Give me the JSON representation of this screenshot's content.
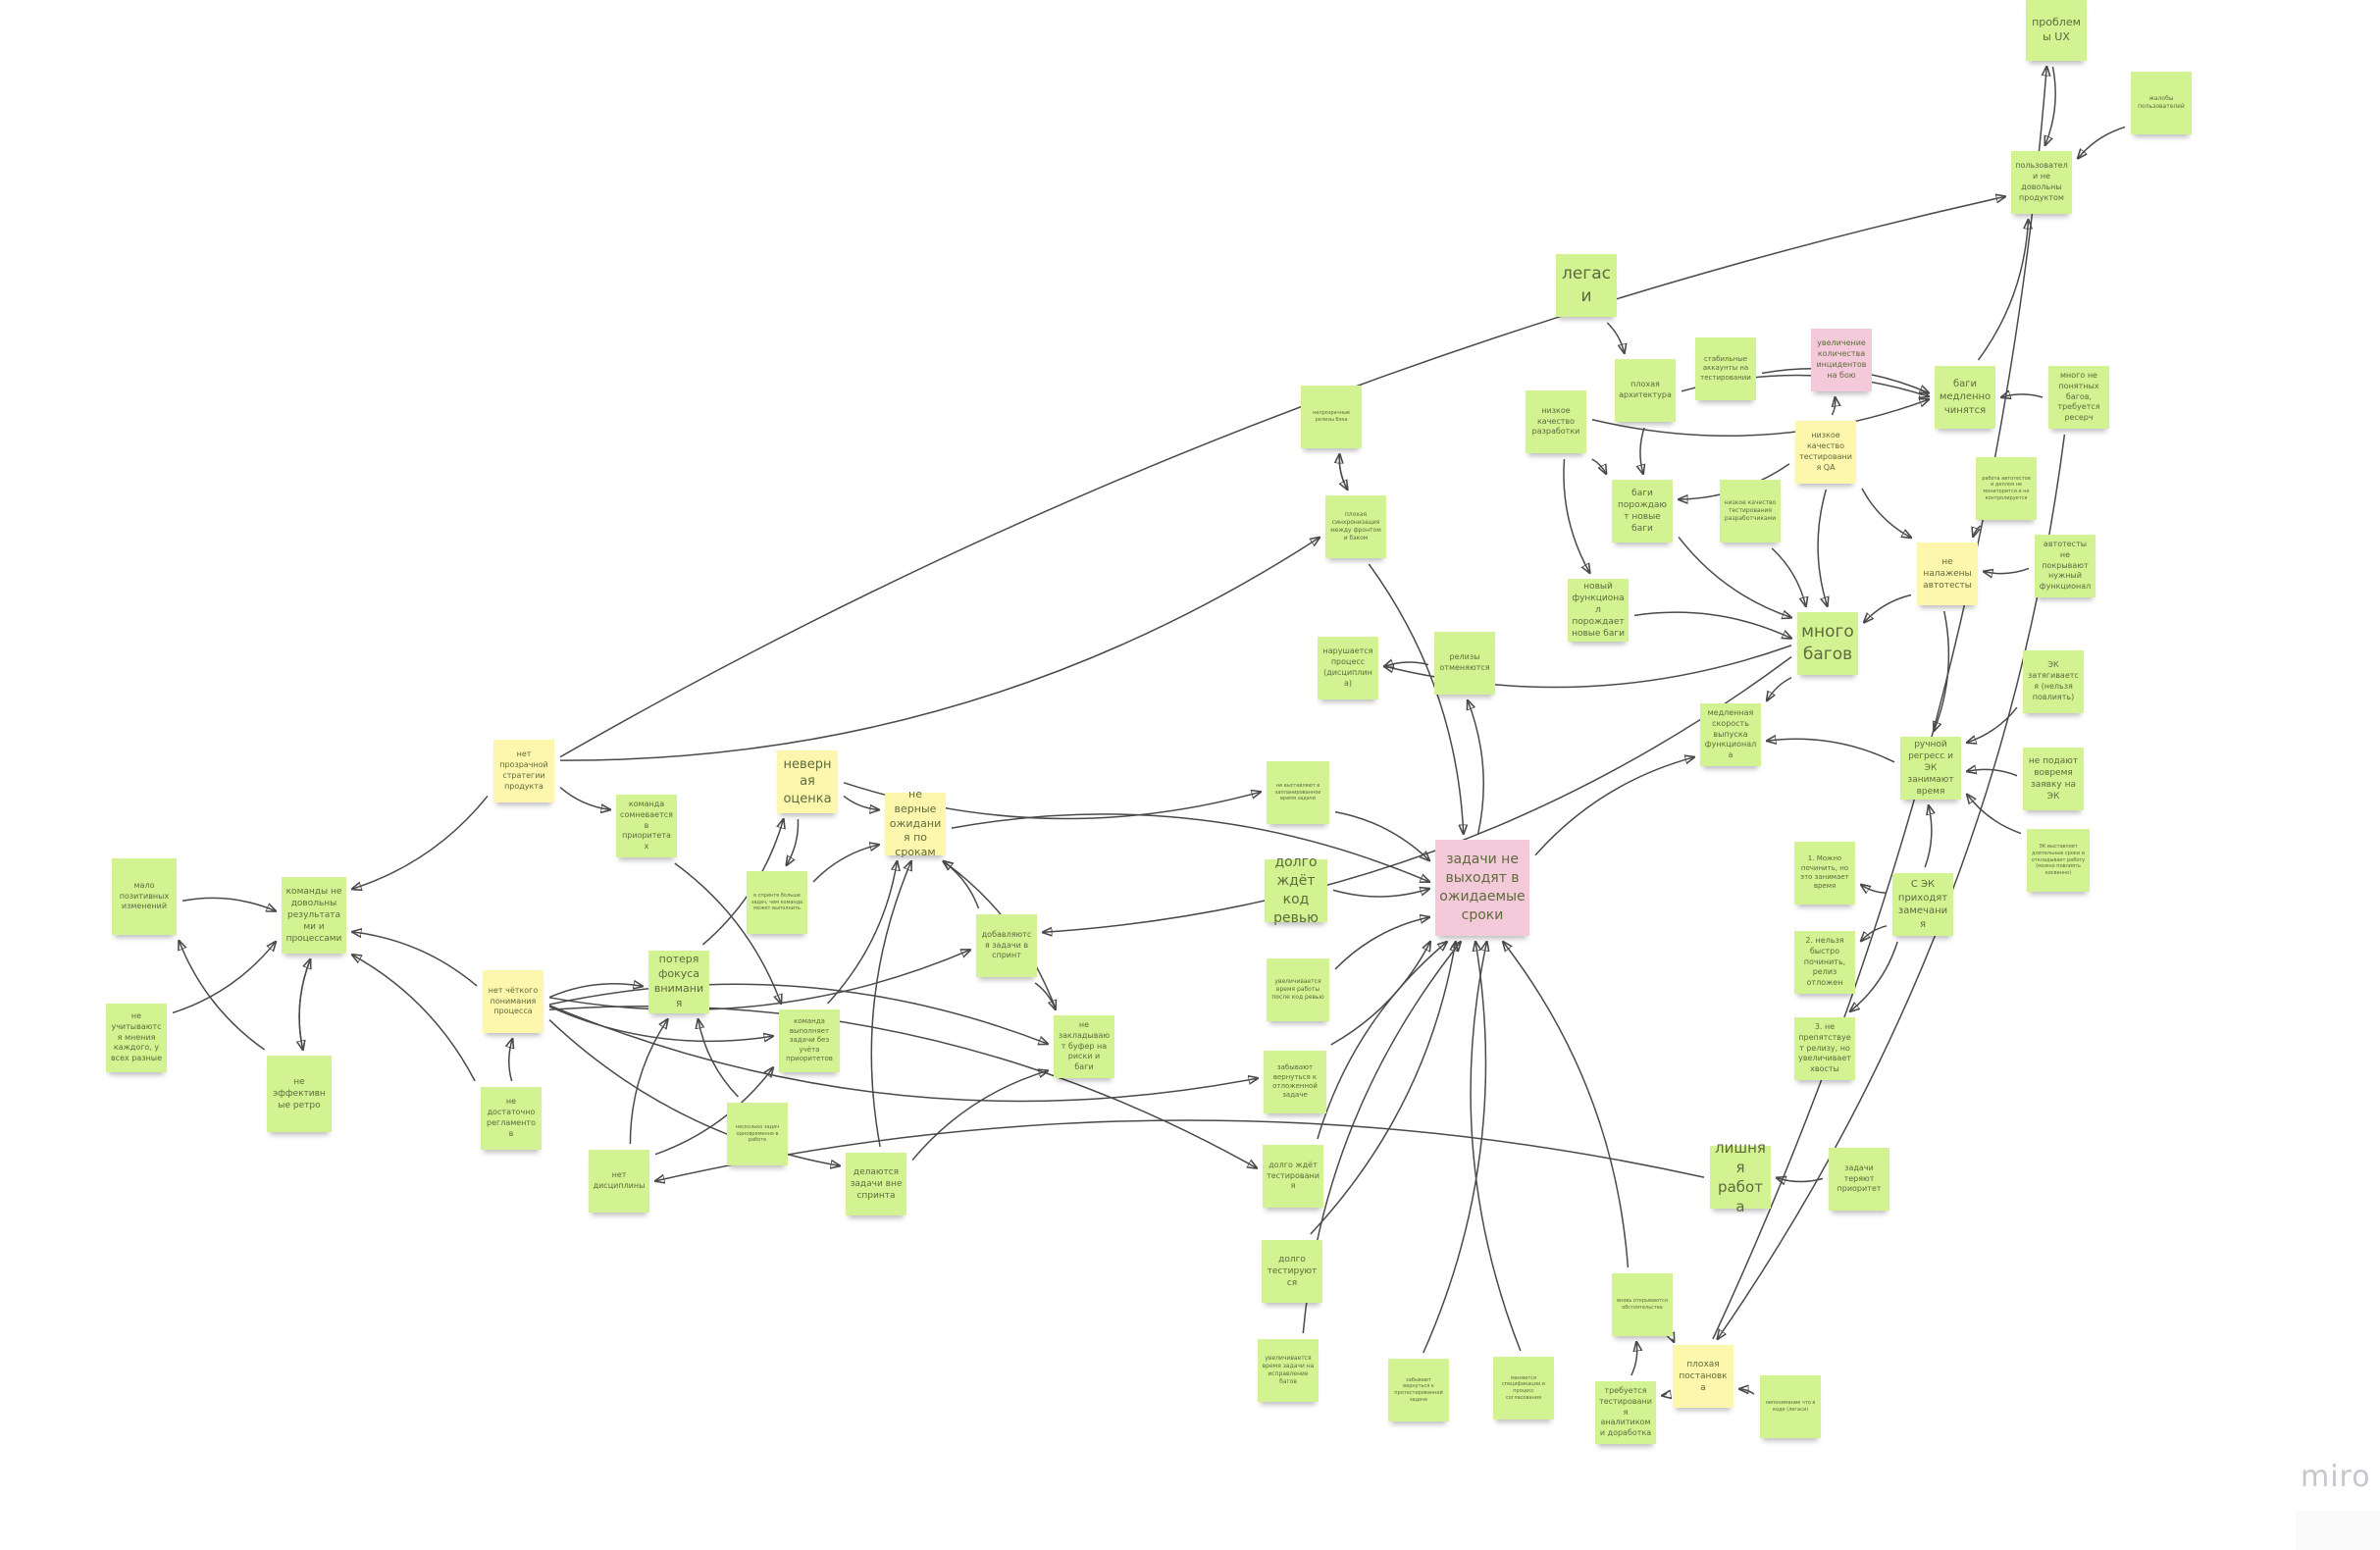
{
  "board": {
    "logo": "miro"
  },
  "colors": {
    "green": "#d3f292",
    "yellow": "#fdf6ad",
    "pink": "#f4c9d9",
    "connector": "#4a4a4a"
  },
  "notes": [
    {
      "id": "n1",
      "color": "green",
      "text": "проблемы UX"
    },
    {
      "id": "n2",
      "color": "green",
      "text": "жалобы пользователей"
    },
    {
      "id": "n3",
      "color": "green",
      "text": "пользователи не довольны продуктом"
    },
    {
      "id": "n4",
      "color": "green",
      "text": "легаси"
    },
    {
      "id": "n5",
      "color": "green",
      "text": "плохая архитектура"
    },
    {
      "id": "n6",
      "color": "green",
      "text": "стабильные аккаунты на тестировании"
    },
    {
      "id": "n7",
      "color": "pink",
      "text": "увеличение количества инцидентов на бою"
    },
    {
      "id": "n8",
      "color": "green",
      "text": "баги медленно чинятся"
    },
    {
      "id": "n9",
      "color": "green",
      "text": "много не понятных багов, требуется ресерч"
    },
    {
      "id": "n10",
      "color": "green",
      "text": "низкое качество разработки"
    },
    {
      "id": "n11",
      "color": "yellow",
      "text": "низкое качество тестирования QA"
    },
    {
      "id": "n12",
      "color": "green",
      "text": "баги порождают новые баги"
    },
    {
      "id": "n13",
      "color": "green",
      "text": "низкое качество тестирования разработчиками"
    },
    {
      "id": "n14",
      "color": "green",
      "text": "работа автотестов и деплоя не мониторится и не контролируется"
    },
    {
      "id": "n15",
      "color": "yellow",
      "text": "не налажены автотесты"
    },
    {
      "id": "n16",
      "color": "green",
      "text": "автотесты не покрывают нужный функционал"
    },
    {
      "id": "n17",
      "color": "green",
      "text": "новый функционал порождает новые баги"
    },
    {
      "id": "n18",
      "color": "green",
      "text": "много багов"
    },
    {
      "id": "n19",
      "color": "green",
      "text": "ЭК затягивается (нельзя повлиять)"
    },
    {
      "id": "n20",
      "color": "green",
      "text": "медленная скорость выпуска функционала"
    },
    {
      "id": "n21",
      "color": "green",
      "text": "ручной регресс и ЭК занимают время"
    },
    {
      "id": "n22",
      "color": "green",
      "text": "не подают вовремя заявку на ЭК"
    },
    {
      "id": "n23",
      "color": "green",
      "text": "ЭК выставляет длительные сроки и откладывает работу (можно повлиять косвенно)"
    },
    {
      "id": "n24",
      "color": "green",
      "text": "1. Можно починить, но это занимает время"
    },
    {
      "id": "n25",
      "color": "green",
      "text": "С ЭК приходят замечания"
    },
    {
      "id": "n26",
      "color": "green",
      "text": "2. нельзя быстро починить, релиз отложен"
    },
    {
      "id": "n27",
      "color": "green",
      "text": "3. не препятствует релизу, но увеличивает хвосты"
    },
    {
      "id": "n28",
      "color": "green",
      "text": "непрозрачные релизы бэка"
    },
    {
      "id": "n29",
      "color": "green",
      "text": "плохая синхронизация между фронтом и бэком"
    },
    {
      "id": "n30",
      "color": "green",
      "text": "нарушается процесс (дисциплина)"
    },
    {
      "id": "n31",
      "color": "green",
      "text": "релизы отменяются"
    },
    {
      "id": "n32",
      "color": "pink",
      "text": "задачи не выходят в ожидаемые сроки"
    },
    {
      "id": "n33",
      "color": "green",
      "text": "не выставляют в запланированное время задачи"
    },
    {
      "id": "n34",
      "color": "green",
      "text": "долго ждёт код ревью"
    },
    {
      "id": "n35",
      "color": "green",
      "text": "увеличивается время работы после код ревью"
    },
    {
      "id": "n36",
      "color": "green",
      "text": "забывают вернуться к отложенной задаче"
    },
    {
      "id": "n37",
      "color": "green",
      "text": "долго ждёт тестирования"
    },
    {
      "id": "n38",
      "color": "green",
      "text": "долго тестируются"
    },
    {
      "id": "n39",
      "color": "green",
      "text": "увеличивается время задачи на исправление багов"
    },
    {
      "id": "n40",
      "color": "green",
      "text": "забывают вернуться к протестированной задаче"
    },
    {
      "id": "n41",
      "color": "green",
      "text": "меняются спецификации и процесс согласования"
    },
    {
      "id": "n42",
      "color": "green",
      "text": "вновь открываются обстоятельства"
    },
    {
      "id": "n43",
      "color": "green",
      "text": "требуется тестирования аналитиком и доработка"
    },
    {
      "id": "n44",
      "color": "yellow",
      "text": "плохая постановка"
    },
    {
      "id": "n45",
      "color": "green",
      "text": "непонимание что в коде (легаси)"
    },
    {
      "id": "n46",
      "color": "green",
      "text": "лишняя работа"
    },
    {
      "id": "n47",
      "color": "green",
      "text": "задачи теряют приоритет"
    },
    {
      "id": "n48",
      "color": "yellow",
      "text": "неверная оценка"
    },
    {
      "id": "n49",
      "color": "yellow",
      "text": "не верные ожидания по срокам"
    },
    {
      "id": "n50",
      "color": "green",
      "text": "в спринте больше задач, чем команда может выполнить"
    },
    {
      "id": "n51",
      "color": "green",
      "text": "добавляются задачи в спринт"
    },
    {
      "id": "n52",
      "color": "green",
      "text": "не закладывают буфер на риски и баги"
    },
    {
      "id": "n53",
      "color": "green",
      "text": "команда выполняет задачи без учёта приоритетов"
    },
    {
      "id": "n54",
      "color": "green",
      "text": "потеря фокуса внимания"
    },
    {
      "id": "n55",
      "color": "green",
      "text": "несколько задач одновременно в работе"
    },
    {
      "id": "n56",
      "color": "green",
      "text": "делаются задачи вне спринта"
    },
    {
      "id": "n57",
      "color": "green",
      "text": "нет дисциплины"
    },
    {
      "id": "n58",
      "color": "yellow",
      "text": "нет чёткого понимания процесса"
    },
    {
      "id": "n59",
      "color": "green",
      "text": "не достаточно регламентов"
    },
    {
      "id": "n60",
      "color": "yellow",
      "text": "нет прозрачной стратегии продукта"
    },
    {
      "id": "n61",
      "color": "green",
      "text": "команда сомневается в приоритетах"
    },
    {
      "id": "n62",
      "color": "green",
      "text": "команды не довольны результатами и процессами"
    },
    {
      "id": "n63",
      "color": "green",
      "text": "мало позитивных изменений"
    },
    {
      "id": "n64",
      "color": "green",
      "text": "не учитываются мнения каждого, у всех разные"
    },
    {
      "id": "n65",
      "color": "green",
      "text": "не эффективные ретро"
    }
  ],
  "connections": [
    [
      "n1",
      "n3"
    ],
    [
      "n2",
      "n3"
    ],
    [
      "n60",
      "n3"
    ],
    [
      "n8",
      "n3"
    ],
    [
      "n4",
      "n5"
    ],
    [
      "n5",
      "n12"
    ],
    [
      "n5",
      "n8"
    ],
    [
      "n10",
      "n8"
    ],
    [
      "n10",
      "n12"
    ],
    [
      "n10",
      "n17"
    ],
    [
      "n6",
      "n8"
    ],
    [
      "n11",
      "n7"
    ],
    [
      "n11",
      "n12"
    ],
    [
      "n11",
      "n18"
    ],
    [
      "n13",
      "n18"
    ],
    [
      "n12",
      "n18"
    ],
    [
      "n17",
      "n18"
    ],
    [
      "n14",
      "n15"
    ],
    [
      "n16",
      "n15"
    ],
    [
      "n15",
      "n18"
    ],
    [
      "n15",
      "n21"
    ],
    [
      "n18",
      "n20"
    ],
    [
      "n18",
      "n30"
    ],
    [
      "n9",
      "n8"
    ],
    [
      "n19",
      "n21"
    ],
    [
      "n22",
      "n21"
    ],
    [
      "n23",
      "n21"
    ],
    [
      "n25",
      "n21"
    ],
    [
      "n25",
      "n24"
    ],
    [
      "n25",
      "n26"
    ],
    [
      "n25",
      "n27"
    ],
    [
      "n21",
      "n20"
    ],
    [
      "n32",
      "n20"
    ],
    [
      "n32",
      "n31"
    ],
    [
      "n29",
      "n28"
    ],
    [
      "n28",
      "n29"
    ],
    [
      "n29",
      "n32"
    ],
    [
      "n31",
      "n30"
    ],
    [
      "n33",
      "n32"
    ],
    [
      "n34",
      "n32"
    ],
    [
      "n35",
      "n32"
    ],
    [
      "n36",
      "n32"
    ],
    [
      "n37",
      "n32"
    ],
    [
      "n38",
      "n32"
    ],
    [
      "n39",
      "n32"
    ],
    [
      "n40",
      "n32"
    ],
    [
      "n41",
      "n32"
    ],
    [
      "n42",
      "n32"
    ],
    [
      "n44",
      "n42"
    ],
    [
      "n43",
      "n42"
    ],
    [
      "n44",
      "n43"
    ],
    [
      "n45",
      "n44"
    ],
    [
      "n47",
      "n46"
    ],
    [
      "n46",
      "n57"
    ],
    [
      "n9",
      "n44"
    ],
    [
      "n44",
      "n1"
    ],
    [
      "n49",
      "n32"
    ],
    [
      "n48",
      "n49"
    ],
    [
      "n48",
      "n50"
    ],
    [
      "n48",
      "n33"
    ],
    [
      "n50",
      "n49"
    ],
    [
      "n51",
      "n49"
    ],
    [
      "n51",
      "n52"
    ],
    [
      "n53",
      "n49"
    ],
    [
      "n56",
      "n49"
    ],
    [
      "n52",
      "n49"
    ],
    [
      "n60",
      "n62"
    ],
    [
      "n60",
      "n61"
    ],
    [
      "n61",
      "n53"
    ],
    [
      "n58",
      "n62"
    ],
    [
      "n58",
      "n54"
    ],
    [
      "n58",
      "n53"
    ],
    [
      "n58",
      "n52"
    ],
    [
      "n58",
      "n56"
    ],
    [
      "n58",
      "n37"
    ],
    [
      "n58",
      "n36"
    ],
    [
      "n59",
      "n58"
    ],
    [
      "n59",
      "n62"
    ],
    [
      "n57",
      "n54"
    ],
    [
      "n57",
      "n53"
    ],
    [
      "n55",
      "n54"
    ],
    [
      "n54",
      "n48"
    ],
    [
      "n63",
      "n62"
    ],
    [
      "n64",
      "n62"
    ],
    [
      "n65",
      "n62"
    ],
    [
      "n62",
      "n65"
    ],
    [
      "n65",
      "n63"
    ],
    [
      "n58",
      "n51"
    ],
    [
      "n56",
      "n52"
    ],
    [
      "n60",
      "n29"
    ],
    [
      "n18",
      "n51"
    ],
    [
      "n11",
      "n15"
    ]
  ]
}
